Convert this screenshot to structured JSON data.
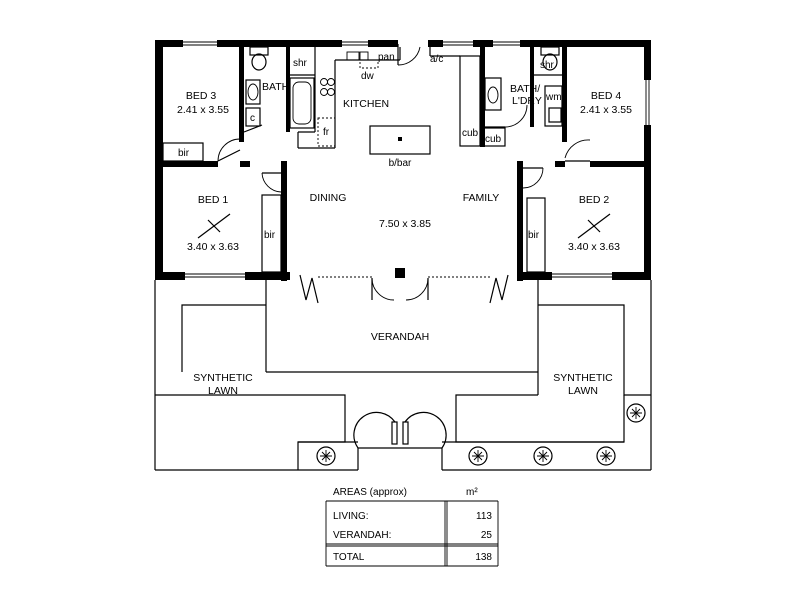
{
  "rooms": {
    "bed3": {
      "name": "BED 3",
      "dims": "2.41 x 3.55"
    },
    "bed4": {
      "name": "BED 4",
      "dims": "2.41 x 3.55"
    },
    "bed1": {
      "name": "BED 1",
      "dims": "3.40 x 3.63"
    },
    "bed2": {
      "name": "BED 2",
      "dims": "3.40 x 3.63"
    },
    "bath": {
      "name": "BATH"
    },
    "bath_laundry": {
      "line1": "BATH/",
      "line2": "L'DRY"
    },
    "kitchen": {
      "name": "KITCHEN"
    },
    "dining": {
      "name": "DINING"
    },
    "family": {
      "name": "FAMILY"
    },
    "living_dims": "7.50 x 3.85",
    "verandah": {
      "name": "VERANDAH"
    },
    "lawn_left": {
      "line1": "SYNTHETIC",
      "line2": "LAWN"
    },
    "lawn_right": {
      "line1": "SYNTHETIC",
      "line2": "LAWN"
    }
  },
  "fixtures": {
    "shr_left": "shr",
    "shr_right": "shr",
    "pan": "pan",
    "dw": "dw",
    "ac": "a/c",
    "wm": "wm",
    "c": "c",
    "fr": "fr",
    "cub1": "cub",
    "cub2": "cub",
    "bbar": "b/bar",
    "bir_bed3": "bir",
    "bir_bed1": "bir",
    "bir_bed2": "bir"
  },
  "areas_table": {
    "title": "AREAS (approx)",
    "unit": "m²",
    "rows": [
      {
        "label": "LIVING:",
        "value": "113"
      },
      {
        "label": "VERANDAH:",
        "value": "25"
      }
    ],
    "total": {
      "label": "TOTAL",
      "value": "138"
    }
  }
}
